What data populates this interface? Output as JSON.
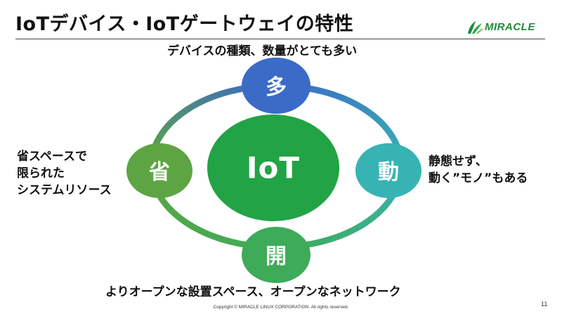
{
  "slide": {
    "title": "IoTデバイス・IoTゲートウェイの特性",
    "logo_text": "MIRACLE",
    "page_number": "11",
    "copyright": "Copyright © MIRACLE LINUX CORPORATION. All rights reserved."
  },
  "diagram": {
    "center": "IoT",
    "nodes": {
      "top": {
        "char": "多",
        "caption": "デバイスの種類、数量がとても多い"
      },
      "right": {
        "char": "動",
        "caption_lines": [
          "静態せず、",
          "動く”モノ”もある"
        ]
      },
      "bottom": {
        "char": "開",
        "caption": "よりオープンな設置スペース、オープンなネットワーク"
      },
      "left": {
        "char": "省",
        "caption_lines": [
          "省スペースで",
          "限られた",
          "システムリソース"
        ]
      }
    }
  },
  "colors": {
    "center": "#22a345",
    "top": "#3b6bc6",
    "right": "#37b3b3",
    "bottom": "#3eab58",
    "left": "#5da542",
    "brand": "#1e8a3c"
  }
}
